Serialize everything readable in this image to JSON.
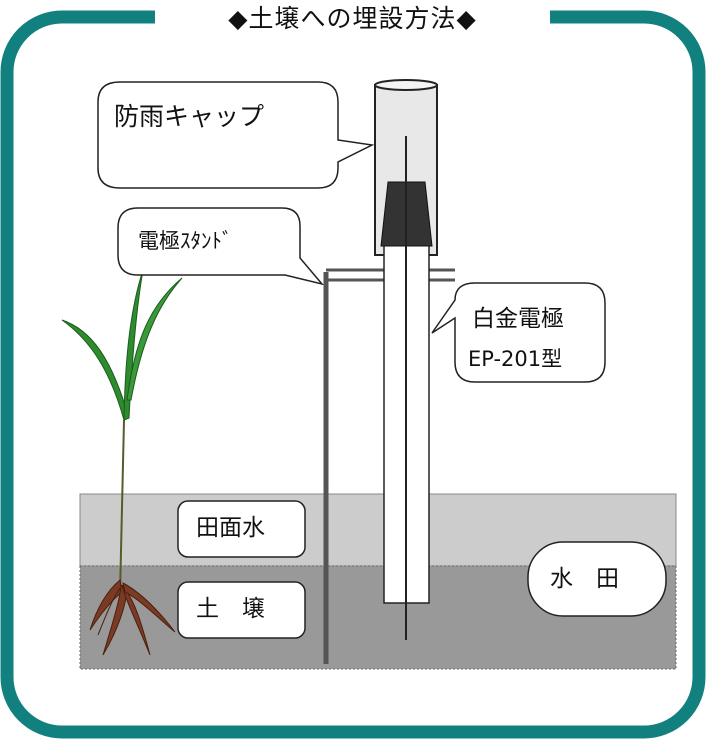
{
  "title": "◆土壌への埋設方法◆",
  "labels": {
    "rain_cap": "防雨キャップ",
    "electrode_stand": "電極ｽﾀﾝﾄﾞ",
    "platinum_electrode": "白金電極",
    "model": "EP-201型",
    "surface_water": "田面水",
    "soil": "土　壌",
    "paddy": "水　田"
  },
  "colors": {
    "frame": "#138080",
    "water_layer": "#cccccc",
    "soil_layer": "#999999",
    "electrode_head": "#333333",
    "leaf": "#2e8b2e",
    "root": "#7a3a24"
  }
}
